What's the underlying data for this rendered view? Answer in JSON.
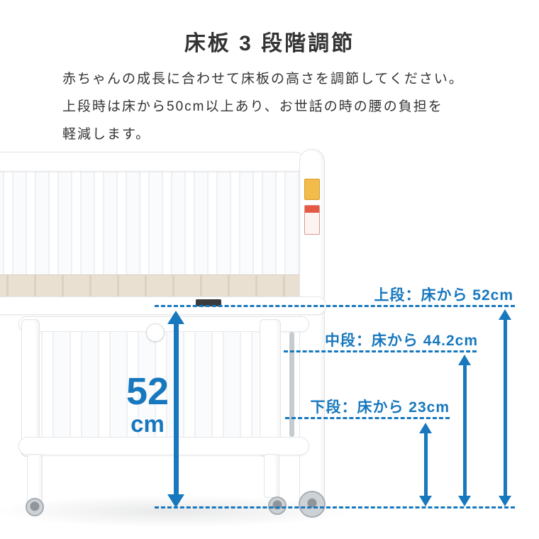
{
  "page": {
    "title": "床板 3 段階調節",
    "description_lines": [
      "赤ちゃんの成長に合わせて床板の高さを調節してください。",
      "上段時は床から50cm以上あり、お世話の時の腰の負担を",
      "軽減します。"
    ]
  },
  "measurements": {
    "upper_label": "上段：床から 52cm",
    "middle_label": "中段：床から 44.2cm",
    "lower_label": "下段：床から 23cm",
    "upper_value_cm": 52,
    "middle_value_cm": 44.2,
    "lower_value_cm": 23,
    "callout_value": "52",
    "callout_unit": "cm"
  },
  "colors": {
    "accent_blue": "#1878be",
    "text": "#333333"
  }
}
